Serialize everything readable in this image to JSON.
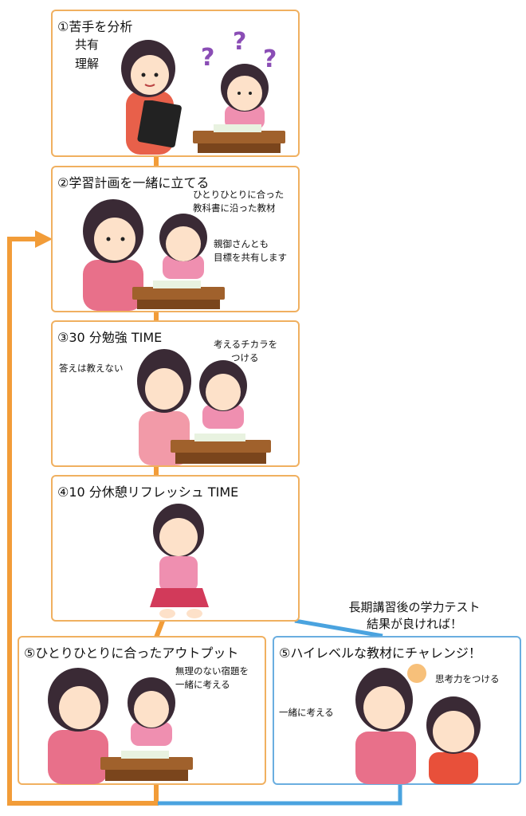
{
  "colors": {
    "orange": "#f29c38",
    "blue": "#4aa3df",
    "card_border": "#f0b060"
  },
  "steps": [
    {
      "title": "①苦手を分析",
      "notes": [
        "共有",
        "理解"
      ]
    },
    {
      "title": "②学習計画を一緒に立てる",
      "notes": [
        "ひとりひとりに合った",
        "教科書に沿った教材",
        "親御さんとも",
        "目標を共有します"
      ]
    },
    {
      "title": "③30 分勉強 TIME",
      "notes": [
        "考えるチカラを",
        "つける",
        "答えは教えない"
      ]
    },
    {
      "title": "④10 分休憩リフレッシュ TIME"
    },
    {
      "title": "⑤ひとりひとりに合ったアウトプット",
      "notes": [
        "無理のない宿題を",
        "一緒に考える"
      ]
    },
    {
      "title": "⑤ハイレベルな教材にチャレンジ！",
      "notes": [
        "思考力をつける",
        "一緒に考える"
      ]
    }
  ],
  "bridge": [
    "長期講習後の学力テスト",
    "結果が良ければ！"
  ],
  "icons": [
    "teacher-icon",
    "student-icon",
    "question-mark-icon",
    "desk-icon",
    "tablet-icon",
    "fist-icon"
  ]
}
